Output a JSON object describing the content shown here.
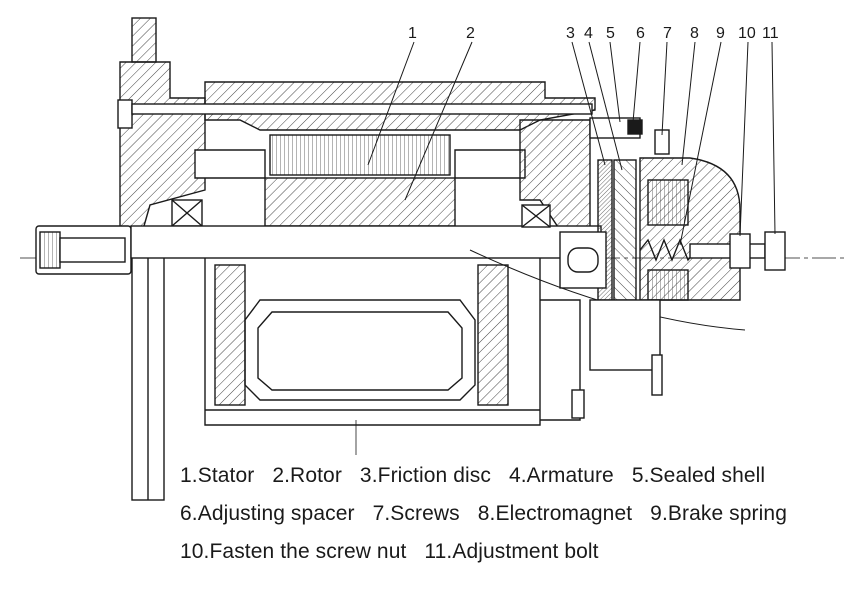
{
  "diagram": {
    "callouts": [
      "1",
      "2",
      "3",
      "4",
      "5",
      "6",
      "7",
      "8",
      "9",
      "10",
      "11"
    ],
    "legend": {
      "line1": [
        "1.Stator",
        "2.Rotor",
        "3.Friction disc",
        "4.Armature",
        "5.Sealed shell"
      ],
      "line2": [
        "6.Adjusting spacer",
        "7.Screws",
        "8.Electromagnet",
        "9.Brake spring"
      ],
      "line3": [
        "10.Fasten the screw nut",
        "11.Adjustment bolt"
      ]
    }
  },
  "colors": {
    "line": "#1a1a1a",
    "hatch": "#555555",
    "background": "#ffffff"
  }
}
